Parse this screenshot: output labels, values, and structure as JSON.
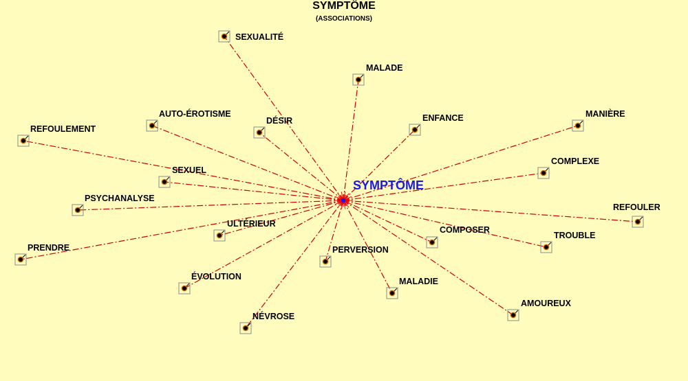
{
  "title": "SYMPTÔME",
  "subtitle": "(ASSOCIATIONS)",
  "center": {
    "label": "SYMPTÔME"
  },
  "colors": {
    "background": "#FFFCBE",
    "edge": "#CC0000",
    "center_label": "#1A1AE6",
    "node_dot": "#000000",
    "node_ring": "#CC6600",
    "box_stroke": "#8A8A8A"
  },
  "nodes": [
    "SEXUALITÉ",
    "MALADE",
    "AUTO-ÉROTISME",
    "DÉSIR",
    "ENFANCE",
    "MANIÈRE",
    "REFOULEMENT",
    "SEXUEL",
    "COMPLEXE",
    "PSYCHANALYSE",
    "REFOULER",
    "ULTÉRIEUR",
    "COMPOSER",
    "TROUBLE",
    "PRENDRE",
    "PERVERSION",
    "ÉVOLUTION",
    "MALADIE",
    "AMOUREUX",
    "NÉVROSE"
  ]
}
